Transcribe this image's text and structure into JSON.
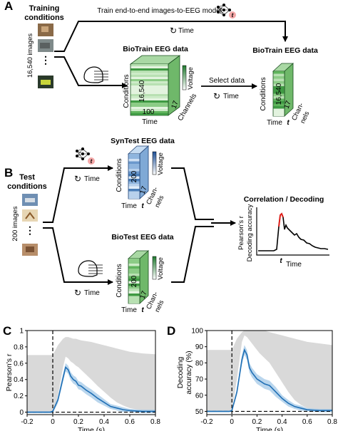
{
  "panel_a": {
    "letter": "A",
    "training_label_1": "Training",
    "training_label_2": "conditions",
    "n_images": "16,540 images",
    "model_label": "Train end-to-end images-to-EEG model:",
    "model_t": "t",
    "time": "Time",
    "biotrain_title": "BioTrain EEG data",
    "biotrain_title_right": "BioTrain EEG data",
    "conditions": "Conditions",
    "conditions_count": "16,540",
    "time_count": "100",
    "channels": "Channels",
    "channels_count": "17",
    "voltage": "Voltage",
    "select_data": "Select data",
    "right_conditions": "Conditions",
    "right_conditions_count": "16,540",
    "right_channels_count": "17",
    "right_channels_1": "Chan-",
    "right_channels_2": "nels",
    "right_time": "Time",
    "right_t": "t"
  },
  "panel_b": {
    "letter": "B",
    "test_label_1": "Test",
    "test_label_2": "conditions",
    "n_images": "200 images",
    "syntest_title": "SynTest EEG data",
    "biotest_title": "BioTest EEG data",
    "conditions": "Conditions",
    "conditions_count": "200",
    "channels_count": "17",
    "channels_1": "Chan-",
    "channels_2": "nels",
    "voltage": "Voltage",
    "time": "Time",
    "t": "t",
    "model_t": "t",
    "corr_title": "Correlation / Decoding",
    "ylabel_1": "Pearson's r",
    "ylabel_2": "Decoding accuracy",
    "xlabel": "Time",
    "t_mark": "t"
  },
  "colors": {
    "green_dark": "#2e8b3a",
    "green_light": "#bfe5bf",
    "blue_dark": "#2f6fb6",
    "blue_light": "#c6dcf2",
    "line_blue": "#1f6fb5",
    "ci_gray": "#d9d9d9",
    "peak_red": "#e0201b"
  },
  "chart_data": [
    {
      "panel": "C",
      "type": "line",
      "title": "",
      "xlabel": "Time (s)",
      "ylabel": "Pearson's r",
      "xlim": [
        -0.2,
        0.8
      ],
      "ylim": [
        -0.03,
        1.0
      ],
      "x_ticks": [
        "-0.2",
        "0",
        "0.2",
        "0.4",
        "0.6",
        "0.8"
      ],
      "y_ticks": [
        "0",
        "0.2",
        "0.4",
        "0.6",
        "0.8",
        "1"
      ],
      "x": [
        -0.2,
        -0.1,
        -0.02,
        0.0,
        0.04,
        0.08,
        0.1,
        0.12,
        0.14,
        0.16,
        0.18,
        0.2,
        0.22,
        0.26,
        0.3,
        0.35,
        0.4,
        0.45,
        0.5,
        0.55,
        0.6,
        0.7,
        0.8
      ],
      "values": [
        0.0,
        0.0,
        0.0,
        0.01,
        0.15,
        0.42,
        0.55,
        0.52,
        0.44,
        0.4,
        0.38,
        0.33,
        0.32,
        0.27,
        0.23,
        0.17,
        0.12,
        0.07,
        0.05,
        0.03,
        0.02,
        0.01,
        0.01
      ],
      "ci_lower": [
        -0.01,
        -0.01,
        -0.01,
        -0.01,
        0.11,
        0.37,
        0.5,
        0.47,
        0.39,
        0.35,
        0.33,
        0.28,
        0.27,
        0.22,
        0.18,
        0.12,
        0.08,
        0.04,
        0.02,
        0.0,
        0.0,
        -0.01,
        -0.01
      ],
      "ci_upper": [
        0.01,
        0.01,
        0.01,
        0.02,
        0.19,
        0.47,
        0.6,
        0.57,
        0.49,
        0.45,
        0.43,
        0.38,
        0.37,
        0.32,
        0.28,
        0.22,
        0.16,
        0.1,
        0.08,
        0.06,
        0.04,
        0.03,
        0.03
      ],
      "noise_ceiling_upper": [
        0.7,
        0.7,
        0.7,
        0.7,
        0.82,
        0.9,
        0.92,
        0.92,
        0.91,
        0.9,
        0.9,
        0.89,
        0.88,
        0.87,
        0.86,
        0.84,
        0.82,
        0.8,
        0.78,
        0.76,
        0.74,
        0.72,
        0.71
      ],
      "noise_ceiling_lower": [
        0.0,
        0.0,
        0.0,
        0.0,
        0.2,
        0.55,
        0.68,
        0.66,
        0.62,
        0.6,
        0.57,
        0.55,
        0.52,
        0.46,
        0.4,
        0.32,
        0.25,
        0.18,
        0.12,
        0.08,
        0.05,
        0.02,
        0.01
      ],
      "chance_level": 0,
      "stimulus_onset": 0
    },
    {
      "panel": "D",
      "type": "line",
      "title": "",
      "xlabel": "Time (s)",
      "ylabel": "Decoding accuracy (%)",
      "xlim": [
        -0.2,
        0.8
      ],
      "ylim": [
        48,
        100
      ],
      "x_ticks": [
        "-0.2",
        "0",
        "0.2",
        "0.4",
        "0.6",
        "0.8"
      ],
      "y_ticks": [
        "50",
        "60",
        "70",
        "80",
        "90",
        "100"
      ],
      "x": [
        -0.2,
        -0.1,
        -0.02,
        0.0,
        0.04,
        0.08,
        0.1,
        0.12,
        0.14,
        0.16,
        0.18,
        0.2,
        0.22,
        0.26,
        0.3,
        0.35,
        0.4,
        0.45,
        0.5,
        0.55,
        0.6,
        0.7,
        0.8
      ],
      "values": [
        50,
        50,
        50,
        50.5,
        62,
        82,
        88,
        85,
        77,
        74,
        72,
        70,
        69,
        67,
        66,
        62,
        58,
        55,
        53,
        52,
        51,
        50.5,
        50.5
      ],
      "ci_lower": [
        49.5,
        49.5,
        49.5,
        50,
        60,
        79,
        85,
        82,
        74,
        71,
        69,
        67,
        66,
        64,
        63,
        59,
        56,
        53,
        51.5,
        50.5,
        50,
        49.5,
        49.5
      ],
      "ci_upper": [
        50.5,
        50.5,
        50.5,
        51,
        64,
        85,
        91,
        88,
        80,
        77,
        75,
        73,
        72,
        70,
        69,
        65,
        60,
        57,
        54.5,
        53.5,
        52,
        51.5,
        51.5
      ],
      "noise_ceiling_upper": [
        88,
        88,
        88,
        88,
        95,
        99,
        100,
        100,
        100,
        100,
        100,
        100,
        100,
        100,
        99,
        98,
        97,
        96,
        95,
        94,
        93,
        92,
        91
      ],
      "noise_ceiling_lower": [
        50,
        50,
        50,
        50,
        70,
        93,
        97,
        96,
        94,
        92,
        90,
        88,
        86,
        83,
        80,
        74,
        68,
        62,
        57,
        54,
        52,
        51,
        50.5
      ],
      "chance_level": 50,
      "stimulus_onset": 0
    }
  ],
  "panel_c": {
    "letter": "C"
  },
  "panel_d": {
    "letter": "D"
  }
}
